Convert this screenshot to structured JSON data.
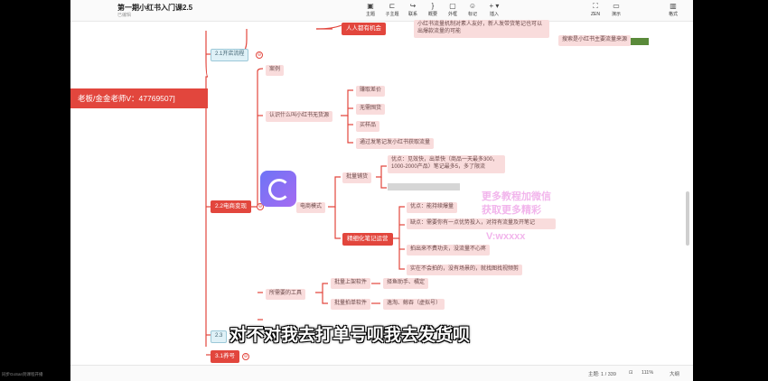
{
  "document": {
    "title": "第一期小红书入门课2.5",
    "subtitle": "已编辑"
  },
  "toolbar": [
    {
      "label": "主题",
      "icon": "theme-icon"
    },
    {
      "label": "子主题",
      "icon": "subtopic-icon"
    },
    {
      "label": "联系",
      "icon": "link-icon"
    },
    {
      "label": "概要",
      "icon": "summary-icon"
    },
    {
      "label": "外框",
      "icon": "boundary-icon"
    },
    {
      "label": "标记",
      "icon": "marker-icon"
    },
    {
      "label": "插入",
      "icon": "insert-icon"
    },
    {
      "label": "ZEN",
      "icon": "zen-icon"
    },
    {
      "label": "演示",
      "icon": "present-icon"
    },
    {
      "label": "格式",
      "icon": "format-icon"
    }
  ],
  "mindmap": {
    "root": "老板/金金老师V：47769507]",
    "topics": {
      "t21": "2.1开店流程",
      "t22": "2.2电商变现",
      "t23": "2.3",
      "t31": "3.1养号"
    },
    "top_cluster": {
      "everyone": "人人都有机会",
      "detail": "小红书流量机制对素人友好，新人发带货笔记也可以出爆款流量的可能",
      "search": "搜索是小红书主要流量来源"
    },
    "case": "案例",
    "understand": "认识什么叫小红书无货源",
    "understand_children": [
      "赚取差价",
      "无需囤货",
      "买样品",
      "通过发笔记发小红书获取流量"
    ],
    "ecommerce_mode": "电商模式",
    "batch": "批量铺货",
    "batch_pros": "优点：见效快，出单快（商品一天最多300，1000-2000产品）笔记最多5，多了限流",
    "fine": "精细化笔记运营",
    "fine_children": [
      "优点：能持续爆量",
      "缺点：需要你有一点优势投入，对持有流量及开笔记",
      "拍出来不费功夫，没流量不心疼",
      "实在不会拍的，没有场景的，就找图找视频剪"
    ],
    "tools": "所需要的工具",
    "tools_children": [
      {
        "name": "批量上架软件",
        "value": "择鱼助手、橘定"
      },
      {
        "name": "批量拍单软件",
        "value": "逸淘、鲸吞（虚拟号）"
      }
    ]
  },
  "watermark": {
    "line1": "更多教程加微信",
    "line2": "获取更多精彩",
    "line3": "V:wxxxx"
  },
  "caption": "对不对我去打单号呗我去发货呗",
  "statusbar": {
    "topic_count": "主题: 1 / 339",
    "zoom": "111%",
    "outline": "大纲",
    "bottom_tag": "同步GoSan到课程开播"
  }
}
